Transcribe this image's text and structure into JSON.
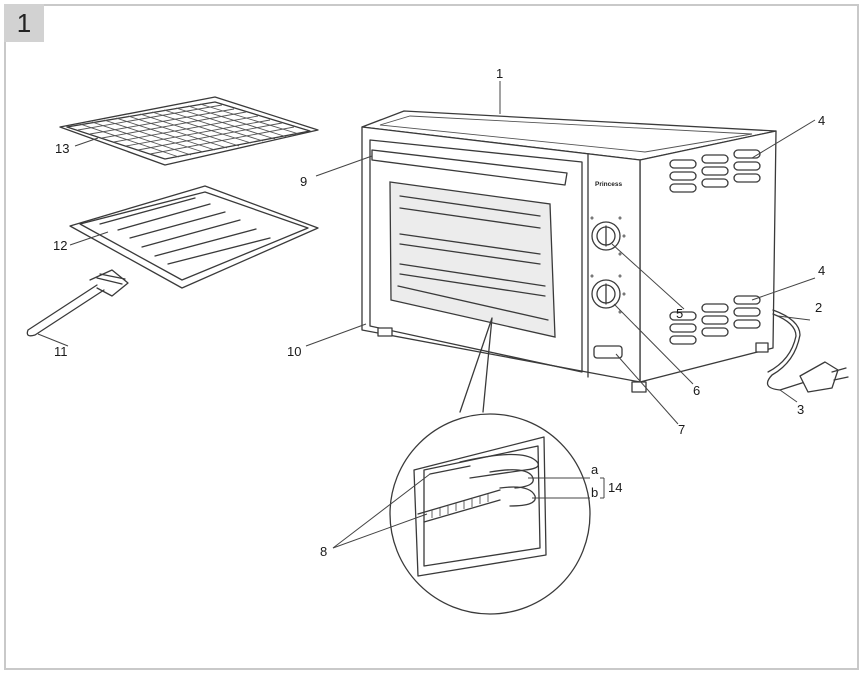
{
  "figure_number": "1",
  "brand_label": "Princess",
  "callouts": {
    "c1": "1",
    "c2": "2",
    "c3": "3",
    "c4a": "4",
    "c4b": "4",
    "c5": "5",
    "c6": "6",
    "c7": "7",
    "c8": "8",
    "c9": "9",
    "c10": "10",
    "c11": "11",
    "c12": "12",
    "c13": "13",
    "c14": "14",
    "ca": "a",
    "cb": "b"
  }
}
